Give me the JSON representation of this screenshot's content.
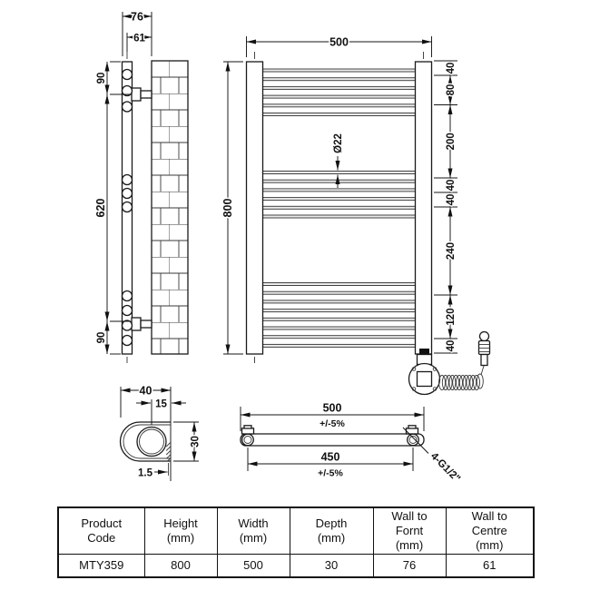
{
  "side_view": {
    "wall_to_front": "76",
    "wall_to_centre": "61",
    "top_offset": "90",
    "bracket_spacing": "620",
    "bottom_offset": "90"
  },
  "front_view": {
    "width": "500",
    "height": "800",
    "tube_diameter": "Ø22",
    "right_chain": [
      "40",
      "80",
      "200",
      "40",
      "40",
      "240",
      "120",
      "40"
    ]
  },
  "bracket_detail": {
    "width": "40",
    "centre_offset": "15",
    "height": "30",
    "plate_thickness": "1.5"
  },
  "top_view": {
    "width": "500",
    "width_tolerance": "+/-5%",
    "centres": "450",
    "centres_tolerance": "+/-5%",
    "thread": "4-G1/2\""
  },
  "table": {
    "headers": [
      "Product\nCode",
      "Height\n(mm)",
      "Width\n(mm)",
      "Depth\n(mm)",
      "Wall to\nFornt\n(mm)",
      "Wall to\nCentre\n(mm)"
    ],
    "row": [
      "MTY359",
      "800",
      "500",
      "30",
      "76",
      "61"
    ]
  }
}
